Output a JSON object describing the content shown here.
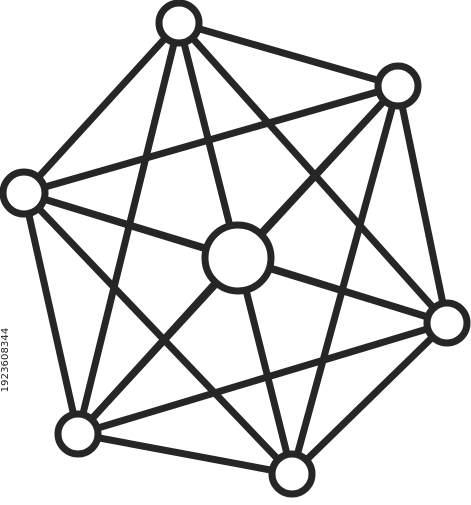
{
  "stock_id": "1923608344",
  "icon": {
    "name": "network-mesh-icon",
    "stroke_color": "#262626",
    "background_color": "#ffffff",
    "nodes": [
      {
        "id": "top"
      },
      {
        "id": "upper-right"
      },
      {
        "id": "left"
      },
      {
        "id": "center"
      },
      {
        "id": "right"
      },
      {
        "id": "lower-left"
      },
      {
        "id": "bottom"
      }
    ],
    "edges": [
      [
        "top",
        "upper-right"
      ],
      [
        "top",
        "left"
      ],
      [
        "top",
        "center"
      ],
      [
        "top",
        "right"
      ],
      [
        "top",
        "lower-left"
      ],
      [
        "upper-right",
        "left"
      ],
      [
        "upper-right",
        "center"
      ],
      [
        "upper-right",
        "right"
      ],
      [
        "upper-right",
        "bottom"
      ],
      [
        "left",
        "center"
      ],
      [
        "left",
        "right"
      ],
      [
        "left",
        "lower-left"
      ],
      [
        "left",
        "bottom"
      ],
      [
        "center",
        "lower-left"
      ],
      [
        "center",
        "bottom"
      ],
      [
        "center",
        "right"
      ],
      [
        "right",
        "lower-left"
      ],
      [
        "right",
        "bottom"
      ],
      [
        "lower-left",
        "bottom"
      ],
      [
        "lower-left",
        "upper-right"
      ]
    ]
  }
}
